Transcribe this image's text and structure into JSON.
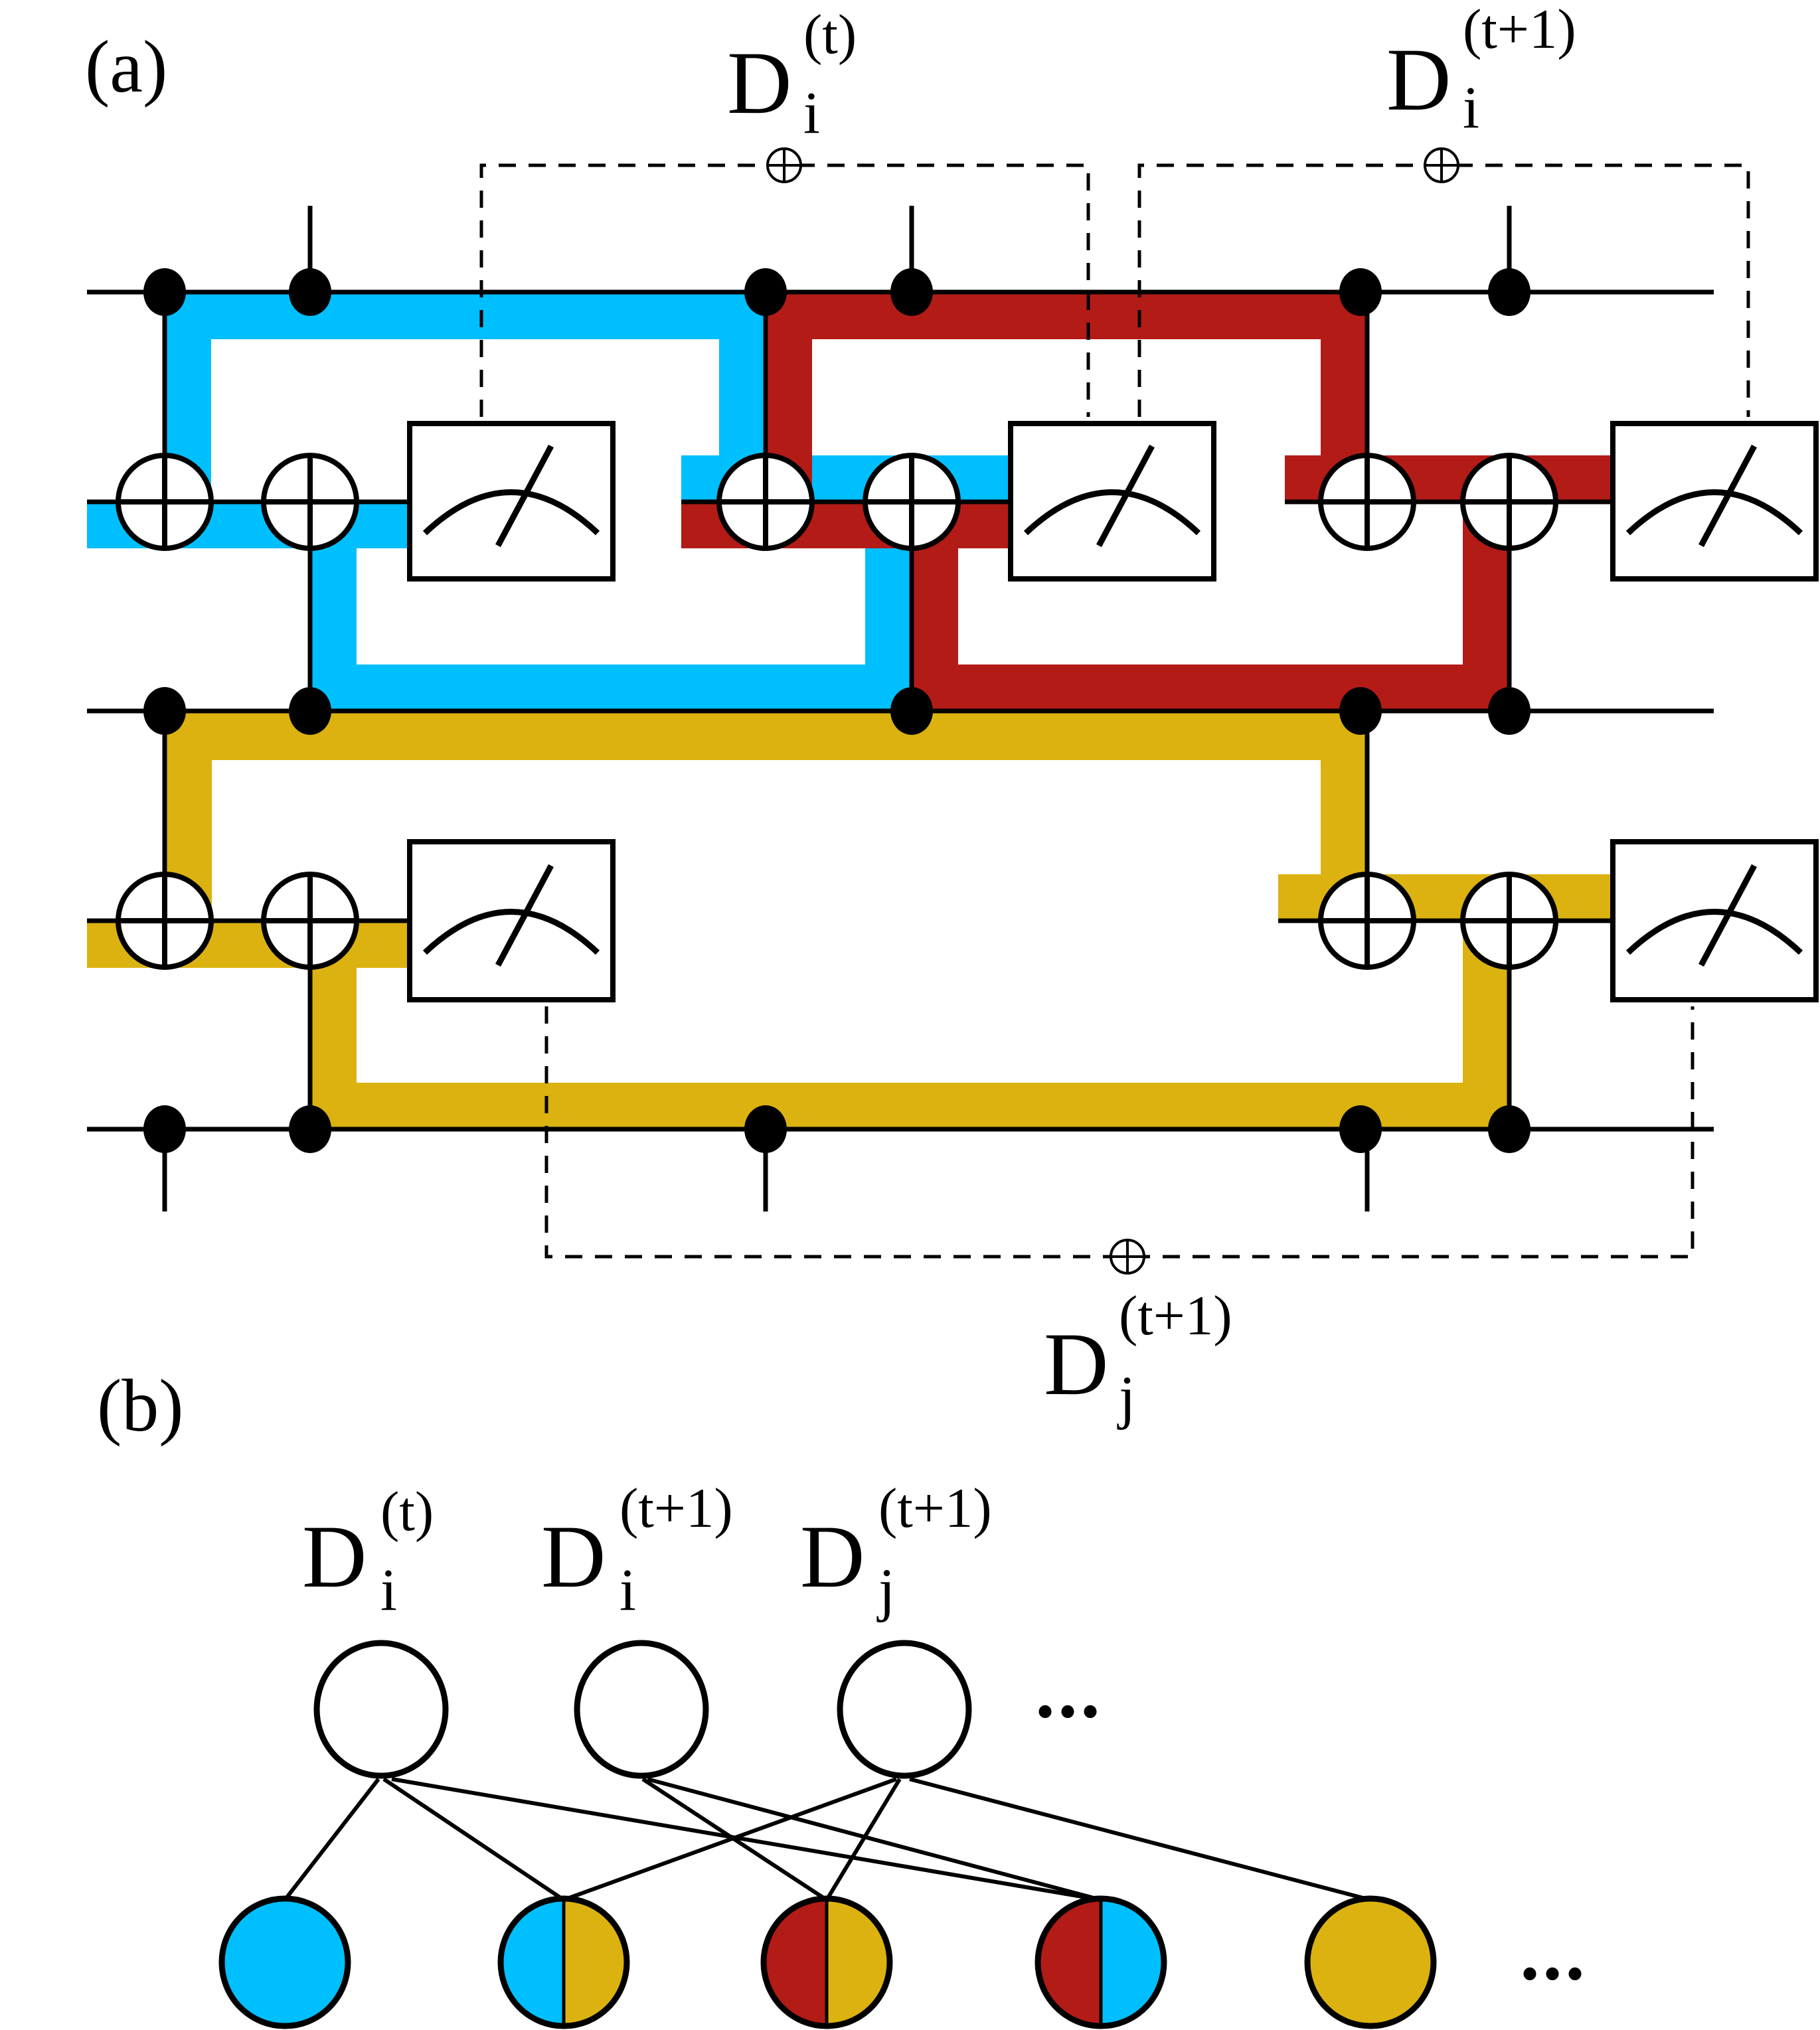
{
  "panel_a": {
    "label": "(a)",
    "labels": {
      "top_left": {
        "base": "D",
        "sub": "i",
        "sup": "(t)"
      },
      "top_right": {
        "base": "D",
        "sub": "i",
        "sup": "(t+1)"
      },
      "bottom": {
        "base": "D",
        "sub": "j",
        "sup": "(t+1)"
      }
    },
    "xor_symbol": "⊕",
    "colors": {
      "blue": "#00BFFF",
      "red": "#B31B17",
      "yellow": "#DBB210"
    }
  },
  "panel_b": {
    "label": "(b)",
    "detector_nodes": [
      {
        "base": "D",
        "sub": "i",
        "sup": "(t)"
      },
      {
        "base": "D",
        "sub": "i",
        "sup": "(t+1)"
      },
      {
        "base": "D",
        "sub": "j",
        "sup": "(t+1)"
      }
    ],
    "ellipsis": "•••",
    "error_nodes": [
      {
        "left": "#00BFFF",
        "right": "#00BFFF"
      },
      {
        "left": "#00BFFF",
        "right": "#DBB210"
      },
      {
        "left": "#B31B17",
        "right": "#DBB210"
      },
      {
        "left": "#B31B17",
        "right": "#00BFFF"
      },
      {
        "left": "#DBB210",
        "right": "#DBB210"
      }
    ],
    "edges": [
      [
        0,
        0
      ],
      [
        0,
        1
      ],
      [
        0,
        3
      ],
      [
        1,
        2
      ],
      [
        1,
        3
      ],
      [
        2,
        1
      ],
      [
        2,
        2
      ],
      [
        2,
        4
      ]
    ]
  }
}
